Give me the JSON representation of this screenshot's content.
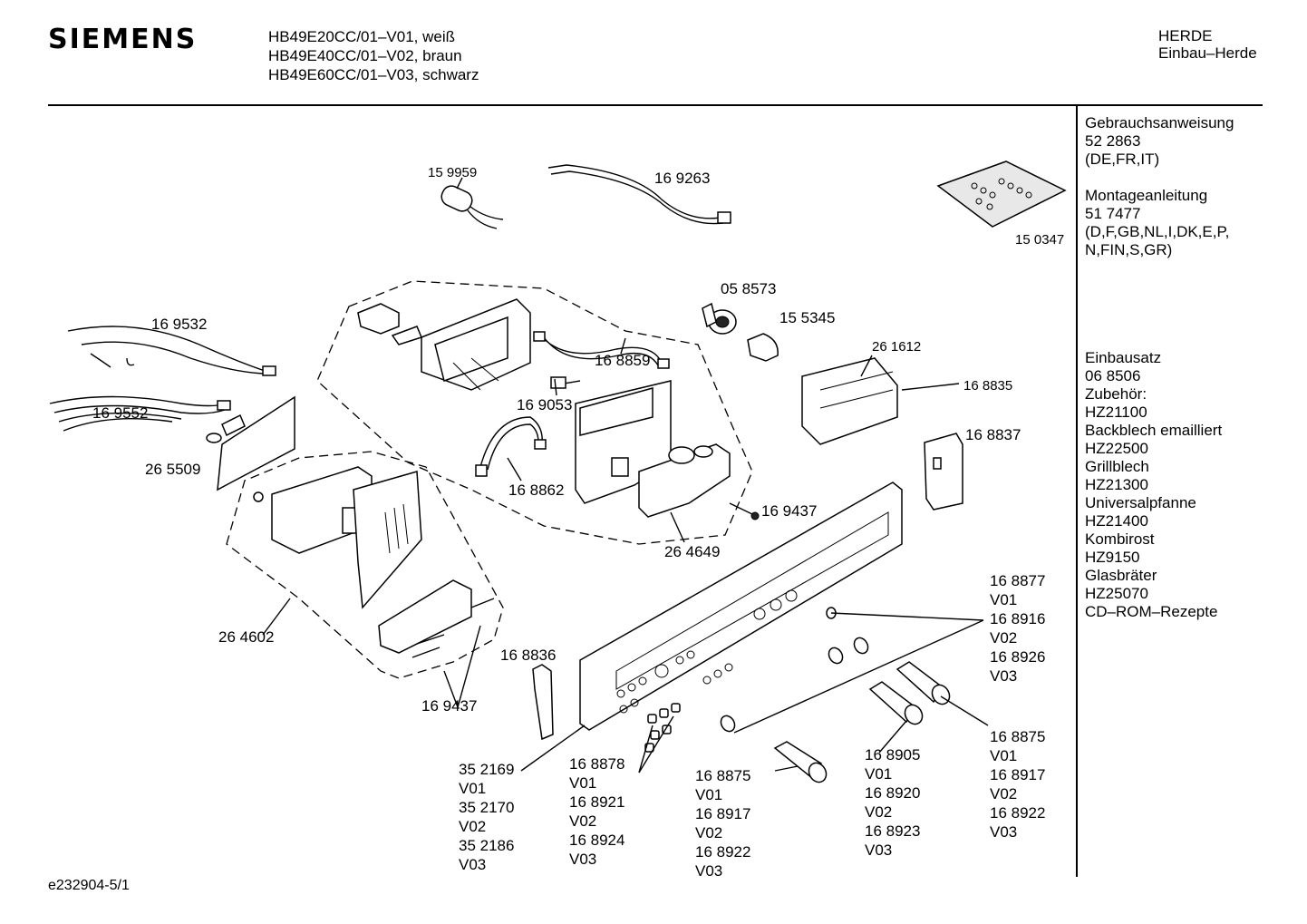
{
  "header": {
    "brand": "SIEMENS",
    "models": [
      "HB49E20CC/01–V01, weiß",
      "HB49E40CC/01–V02, braun",
      "HB49E60CC/01–V03, schwarz"
    ],
    "category": [
      "HERDE",
      "Einbau–Herde"
    ]
  },
  "sidebar": {
    "manual": [
      "Gebrauchsanweisung",
      "52 2863",
      "(DE,FR,IT)"
    ],
    "install": [
      "Montageanleitung",
      "51 7477",
      "(D,F,GB,NL,I,DK,E,P,",
      "N,FIN,S,GR)"
    ],
    "accessories": [
      "Einbausatz",
      "06 8506",
      "Zubehör:",
      "HZ21100",
      "Backblech emailliert",
      "HZ22500",
      "Grillblech",
      "HZ21300",
      "Universalpfanne",
      "HZ21400",
      "Kombirost",
      "HZ9150",
      "Glasbräter",
      "HZ25070",
      "CD–ROM–Rezepte"
    ]
  },
  "labels": {
    "p159959": "15 9959",
    "p169263": "16 9263",
    "p150347": "15 0347",
    "p058573": "05 8573",
    "p155345": "15 5345",
    "p169532": "16 9532",
    "p168859": "16 8859",
    "p261612": "26 1612",
    "p169053": "16 9053",
    "p168835": "16 8835",
    "p169552": "16 9552",
    "p168837": "16 8837",
    "p265509": "26 5509",
    "p168862": "16 8862",
    "p169437a": "16 9437",
    "p264649": "26 4649",
    "p264602": "26 4602",
    "p168836": "16 8836",
    "p169437b": "16 9437"
  },
  "stacks": {
    "knobs_right_top": [
      "16 8877",
      "V01",
      "16 8916",
      "V02",
      "16 8926",
      "V03"
    ],
    "knobs_right_bottom": [
      "16 8875",
      "V01",
      "16 8917",
      "V02",
      "16 8922",
      "V03"
    ],
    "panel": [
      "35 2169",
      "V01",
      "35 2170",
      "V02",
      "35 2186",
      "V03"
    ],
    "buttons": [
      "16 8878",
      "V01",
      "16 8921",
      "V02",
      "16 8924",
      "V03"
    ],
    "knob_center": [
      "16 8875",
      "V01",
      "16 8917",
      "V02",
      "16 8922",
      "V03"
    ],
    "knob_mid": [
      "16 8905",
      "V01",
      "16 8920",
      "V02",
      "16 8923",
      "V03"
    ]
  },
  "footer": "e232904-5/1"
}
